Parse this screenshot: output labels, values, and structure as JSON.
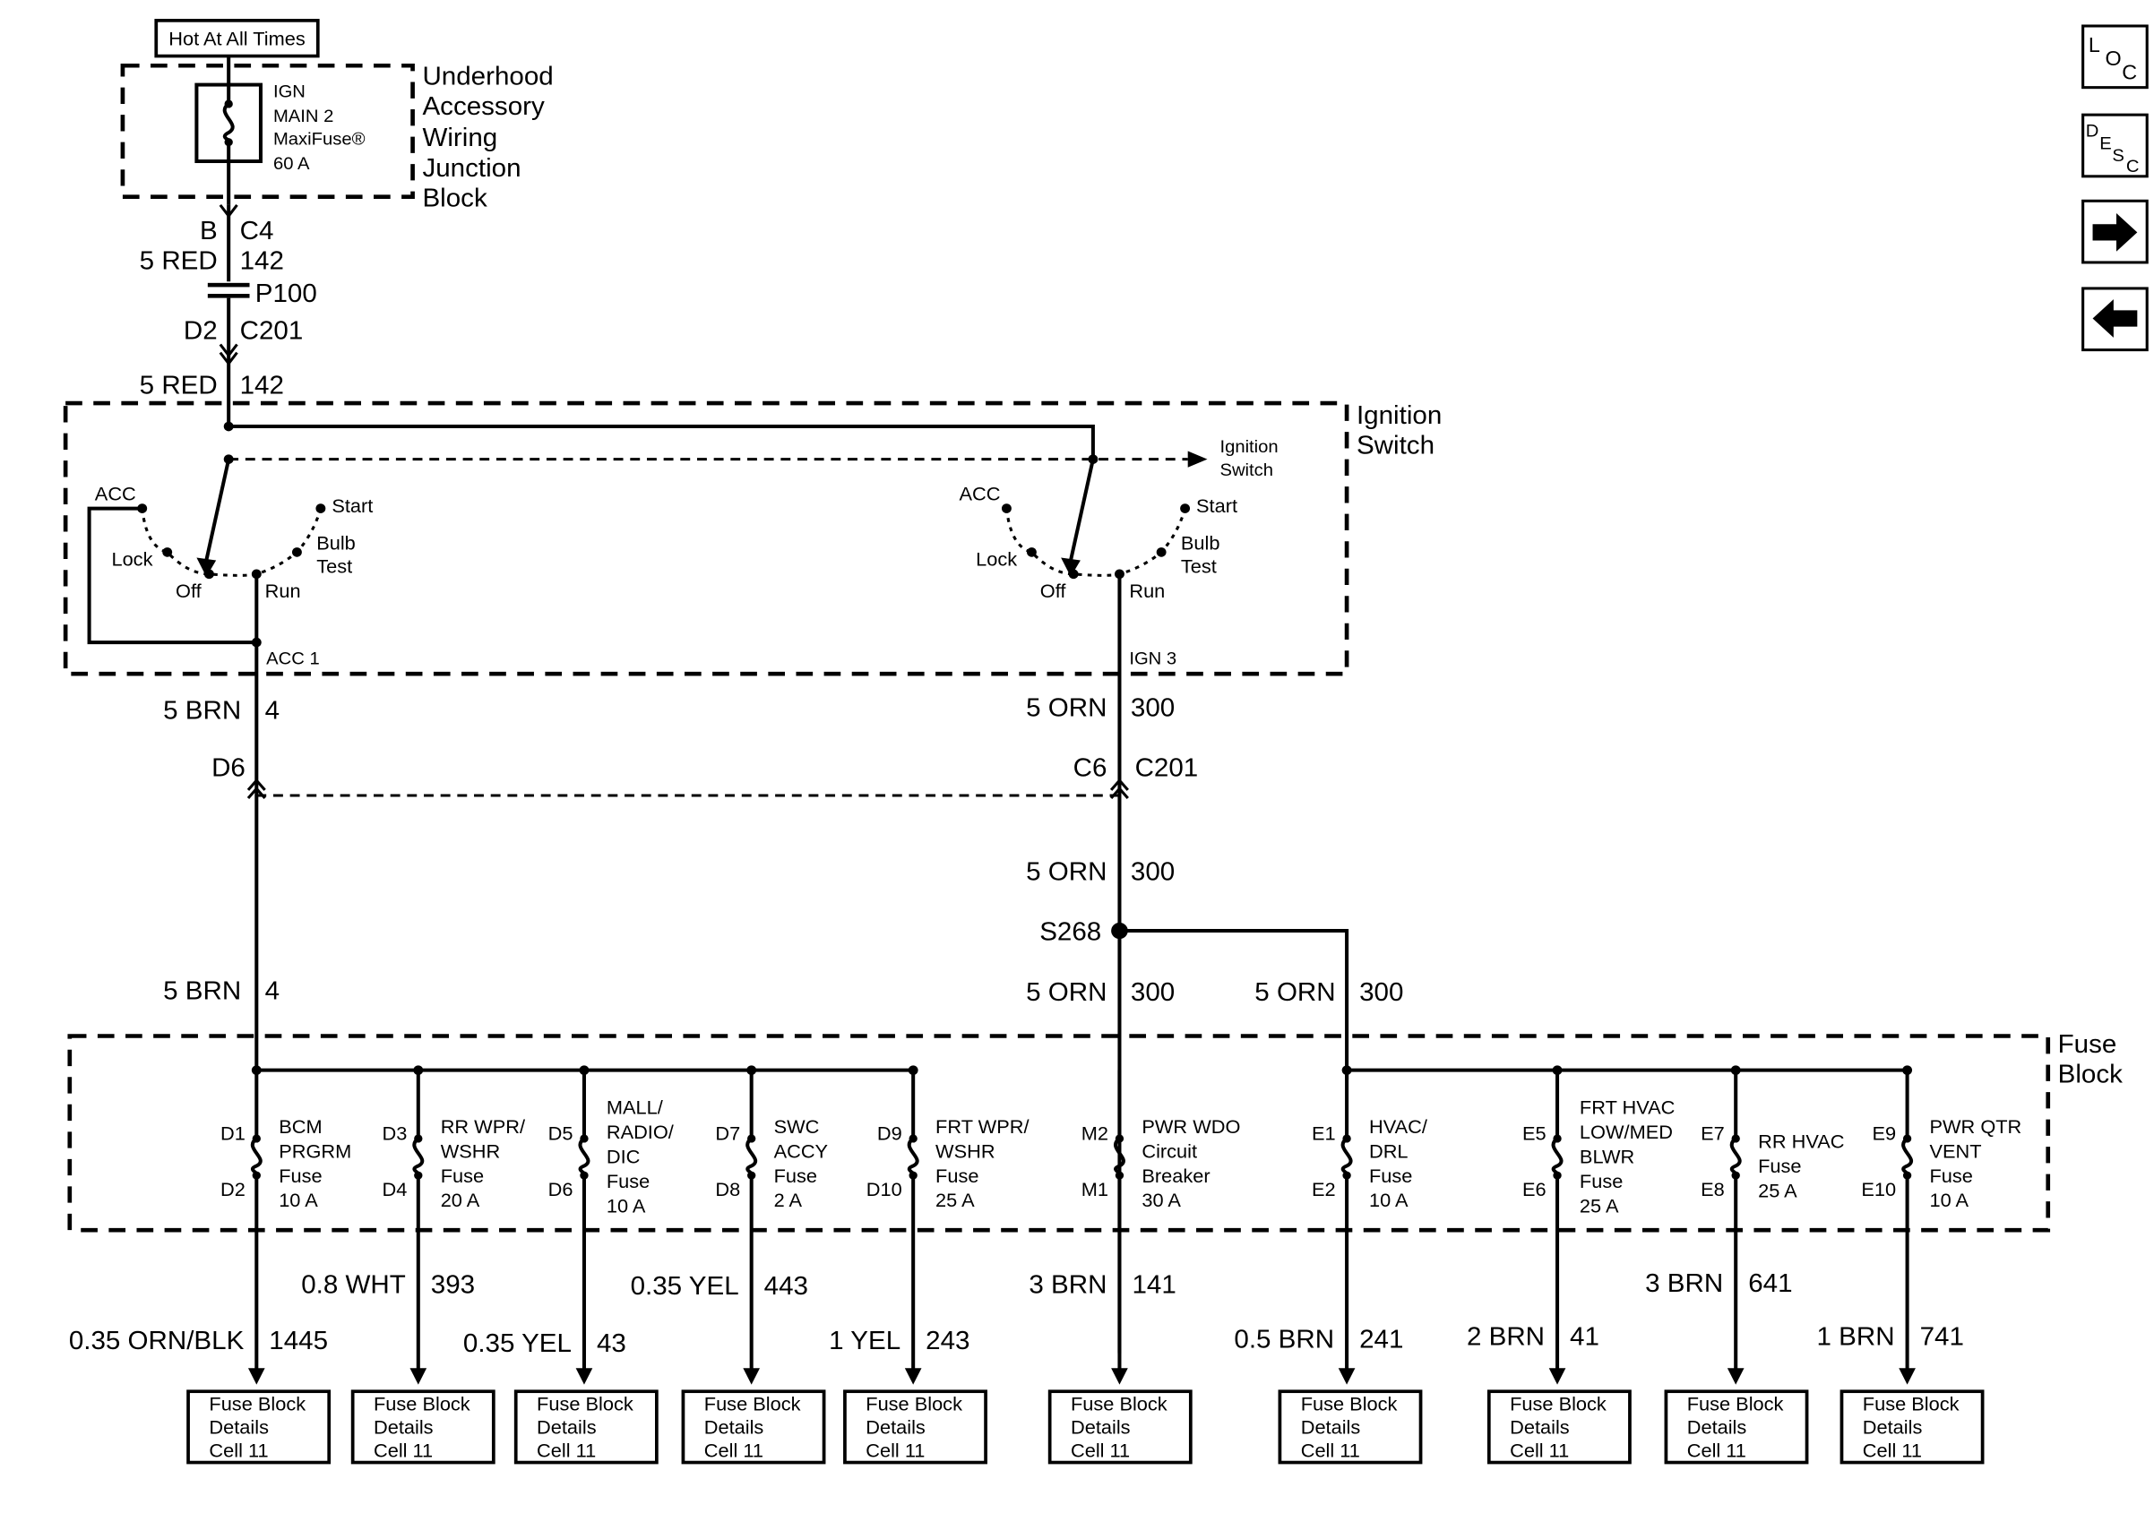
{
  "top": {
    "hot_label": "Hot At All Times",
    "underhood_lines": [
      "Underhood",
      "Accessory",
      "Wiring",
      "Junction",
      "Block"
    ],
    "maxifuse_lines": [
      "IGN",
      "MAIN 2",
      "MaxiFuse®",
      "60 A"
    ]
  },
  "feed": {
    "b_pin": "B",
    "c4": "C4",
    "wire1_gauge": "5 RED",
    "wire1_circuit": "142",
    "p100": "P100",
    "d2_pin": "D2",
    "c201": "C201",
    "wire2_gauge": "5 RED",
    "wire2_circuit": "142"
  },
  "ignition": {
    "title_lines": [
      "Ignition",
      "Switch"
    ],
    "ref_lines": [
      "Ignition",
      "Switch"
    ],
    "left": {
      "acc": "ACC",
      "lock": "Lock",
      "off": "Off",
      "run": "Run",
      "start": "Start",
      "bulb_lines": [
        "Bulb",
        "Test"
      ],
      "out_label": "ACC 1"
    },
    "right": {
      "acc": "ACC",
      "lock": "Lock",
      "off": "Off",
      "run": "Run",
      "start": "Start",
      "bulb_lines": [
        "Bulb",
        "Test"
      ],
      "out_label": "IGN 3"
    }
  },
  "mid": {
    "w_left_gauge": "5 BRN",
    "w_left_circuit": "4",
    "w_right_gauge": "5 ORN",
    "w_right_circuit": "300",
    "d6": "D6",
    "c6": "C6",
    "c201": "C201",
    "w2_right_gauge": "5 ORN",
    "w2_right_circuit": "300",
    "splice": "S268",
    "w3_left_gauge": "5 BRN",
    "w3_left_circuit": "4",
    "w3_mid_gauge": "5 ORN",
    "w3_mid_circuit": "300",
    "w3_right_gauge": "5 ORN",
    "w3_right_circuit": "300"
  },
  "fuse_block": {
    "title_lines": [
      "Fuse",
      "Block"
    ],
    "fuses": [
      {
        "top_pin": "D1",
        "bottom_pin": "D2",
        "lines": [
          "BCM",
          "PRGRM",
          "Fuse",
          "10 A"
        ],
        "gauge": "0.35 ORN/BLK",
        "circuit": "1445"
      },
      {
        "top_pin": "D3",
        "bottom_pin": "D4",
        "lines": [
          "RR WPR/",
          "WSHR",
          "Fuse",
          "20 A"
        ],
        "gauge": "0.8 WHT",
        "circuit": "393"
      },
      {
        "top_pin": "D5",
        "bottom_pin": "D6",
        "lines": [
          "MALL/",
          "RADIO/",
          "DIC",
          "Fuse",
          "10 A"
        ],
        "gauge": "0.35 YEL",
        "circuit": "43"
      },
      {
        "top_pin": "D7",
        "bottom_pin": "D8",
        "lines": [
          "SWC",
          "ACCY",
          "Fuse",
          "2 A"
        ],
        "gauge": "0.35 YEL",
        "circuit": "443"
      },
      {
        "top_pin": "D9",
        "bottom_pin": "D10",
        "lines": [
          "FRT WPR/",
          "WSHR",
          "Fuse",
          "25 A"
        ],
        "gauge": "1 YEL",
        "circuit": "243"
      },
      {
        "top_pin": "M2",
        "bottom_pin": "M1",
        "lines": [
          "PWR WDO",
          "Circuit",
          "Breaker",
          "30 A"
        ],
        "gauge": "3 BRN",
        "circuit": "141"
      },
      {
        "top_pin": "E1",
        "bottom_pin": "E2",
        "lines": [
          "HVAC/",
          "DRL",
          "Fuse",
          "10 A"
        ],
        "gauge": "0.5 BRN",
        "circuit": "241"
      },
      {
        "top_pin": "E5",
        "bottom_pin": "E6",
        "lines": [
          "FRT HVAC",
          "LOW/MED",
          "BLWR",
          "Fuse",
          "25 A"
        ],
        "gauge": "2 BRN",
        "circuit": "41"
      },
      {
        "top_pin": "E7",
        "bottom_pin": "E8",
        "lines": [
          "RR HVAC",
          "Fuse",
          "25 A"
        ],
        "gauge": "3 BRN",
        "circuit": "641"
      },
      {
        "top_pin": "E9",
        "bottom_pin": "E10",
        "lines": [
          "PWR QTR",
          "VENT",
          "Fuse",
          "10 A"
        ],
        "gauge": "1 BRN",
        "circuit": "741"
      }
    ]
  },
  "details_box_lines": [
    "Fuse Block",
    "Details",
    "Cell 11"
  ],
  "nav": {
    "loc": [
      "L",
      "O",
      "C"
    ],
    "desc": [
      "D",
      "E",
      "S",
      "C"
    ]
  },
  "icons": [
    "right-arrow-icon",
    "left-arrow-icon"
  ]
}
